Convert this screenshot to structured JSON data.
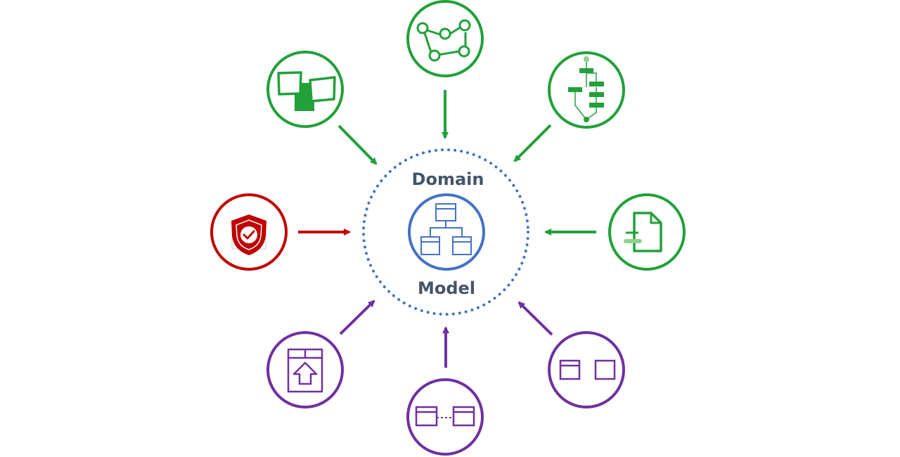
{
  "colors": {
    "green": "#22a03a",
    "red": "#c00000",
    "purple": "#7030a0",
    "blue": "#4472c4",
    "label": "#44546a"
  },
  "center": {
    "title_top": "Domain",
    "title_bottom": "Model",
    "icon": "hierarchy-icon"
  },
  "satellites": [
    {
      "name": "graph-node",
      "icon": "graph-network-icon",
      "color": "green"
    },
    {
      "name": "flowchart-node",
      "icon": "flowchart-icon",
      "color": "green"
    },
    {
      "name": "document-node",
      "icon": "document-import-icon",
      "color": "green"
    },
    {
      "name": "windows-node",
      "icon": "two-windows-icon",
      "color": "purple"
    },
    {
      "name": "connected-windows-node",
      "icon": "connected-windows-icon",
      "color": "purple"
    },
    {
      "name": "package-node",
      "icon": "package-upload-icon",
      "color": "purple"
    },
    {
      "name": "security-node",
      "icon": "shield-check-icon",
      "color": "red"
    },
    {
      "name": "shapes-node",
      "icon": "overlapping-shapes-icon",
      "color": "green"
    }
  ]
}
